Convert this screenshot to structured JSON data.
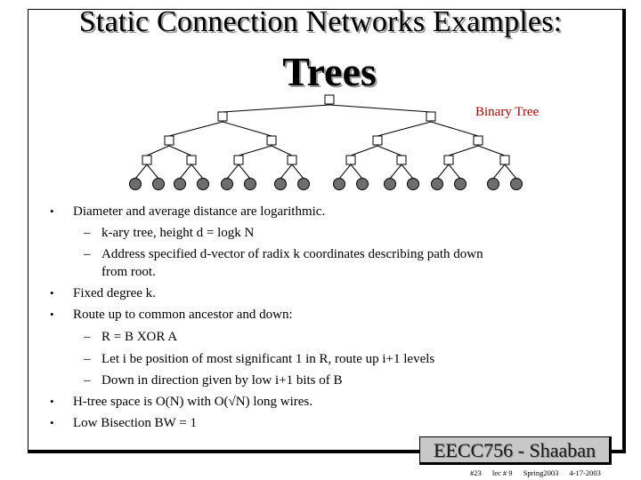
{
  "slide": {
    "title_line1": "Static Connection Networks Examples:",
    "title_line2": "Trees",
    "figure_label": "Binary Tree"
  },
  "bullets": [
    {
      "level": 0,
      "marker": "•",
      "text": "Diameter and average distance are logarithmic."
    },
    {
      "level": 1,
      "marker": "–",
      "text": "k-ary tree,  height  d = logk N"
    },
    {
      "level": 1,
      "marker": "–",
      "text": "Address specified  d-vector of radix k coordinates describing path down"
    },
    {
      "level": 1,
      "marker": "",
      "text": "from root."
    },
    {
      "level": 0,
      "marker": "•",
      "text": "Fixed degree  k."
    },
    {
      "level": 0,
      "marker": "•",
      "text": "Route up to common ancestor and down:"
    },
    {
      "level": 1,
      "marker": "–",
      "text": "R  =  B  XOR  A"
    },
    {
      "level": 1,
      "marker": "–",
      "text": "Let i  be position of most significant 1 in R, route up i+1 levels"
    },
    {
      "level": 1,
      "marker": "–",
      "text": "Down in direction given by low i+1 bits of B"
    },
    {
      "level": 0,
      "marker": "•",
      "text": "H-tree space is O(N) with O(√N) long wires."
    },
    {
      "level": 0,
      "marker": "•",
      "text": "Low Bisection BW = 1"
    }
  ],
  "footer": {
    "badge": "EECC756 - Shaaban",
    "slide_no": "#23",
    "lecture": "lec # 9",
    "term": "Spring2003",
    "date": "4-17-2003"
  }
}
